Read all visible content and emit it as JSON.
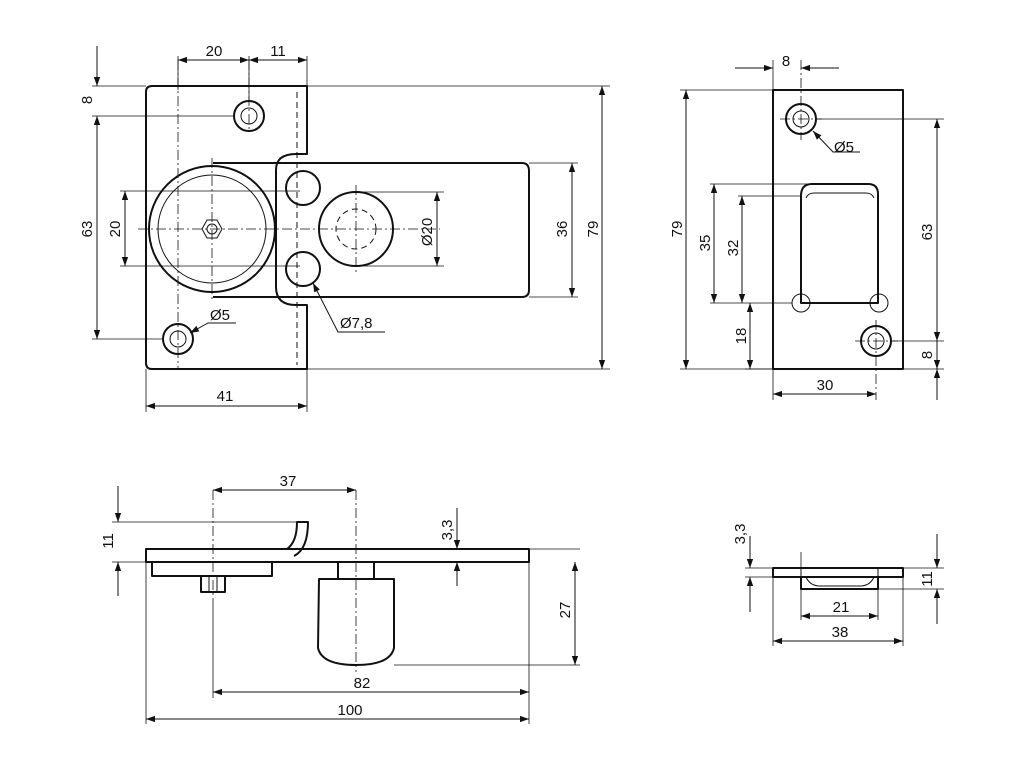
{
  "drawing": {
    "views": {
      "front": {
        "dims": {
          "w20": "20",
          "w11": "11",
          "top8": "8",
          "h63": "63",
          "h20": "20",
          "h79": "79",
          "h36": "36",
          "d20": "Ø20",
          "d5": "Ø5",
          "d78": "Ø7,8",
          "w41": "41"
        }
      },
      "side": {
        "dims": {
          "w8": "8",
          "d5": "Ø5",
          "h79": "79",
          "h35": "35",
          "h32": "32",
          "h63": "63",
          "h18": "18",
          "b8": "8",
          "w30": "30"
        }
      },
      "bottom": {
        "dims": {
          "w37": "37",
          "h11": "11",
          "t33": "3,3",
          "h27": "27",
          "w82": "82",
          "w100": "100"
        }
      },
      "end": {
        "dims": {
          "t33": "3,3",
          "h11": "11",
          "w21": "21",
          "w38": "38"
        }
      }
    }
  }
}
